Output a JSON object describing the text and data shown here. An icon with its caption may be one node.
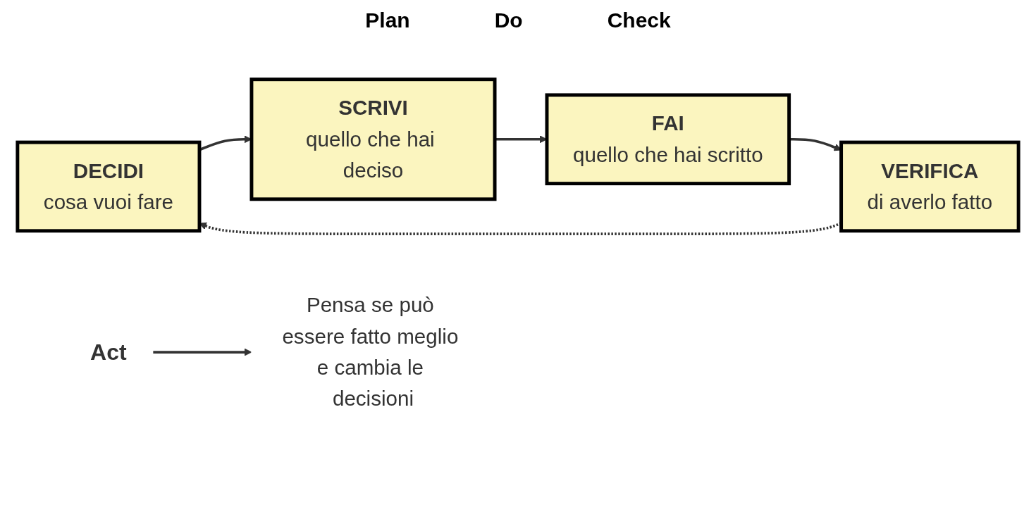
{
  "diagram": {
    "nodes": [
      {
        "text": [
          "DECIDI",
          "cosa vuoi fare"
        ]
      },
      {
        "text": [
          "SCRIVI",
          "quello che hai deciso"
        ]
      },
      {
        "text": [
          "FAI",
          "quello che hai scritto"
        ]
      },
      {
        "text": [
          "VERIFICA",
          "di averlo fatto"
        ]
      },
      {
        "text": [
          "Pensa se può essere fatto meglio e cambia le decisioni"
        ]
      },
      {
        "text": [
          "Act"
        ]
      }
    ],
    "edges": [
      {
        "from": 0,
        "to": 1,
        "arrow": "to"
      },
      {
        "from": 1,
        "to": 2,
        "arrow": "to"
      },
      {
        "from": 2,
        "to": 3,
        "arrow": "to"
      },
      {
        "from": 3,
        "to": 0,
        "arrow": "to",
        "style": "dashed"
      },
      {
        "from": 5,
        "to": 4,
        "arrow": "to"
      }
    ],
    "labels": [
      "Plan",
      "Do",
      "Check"
    ]
  }
}
